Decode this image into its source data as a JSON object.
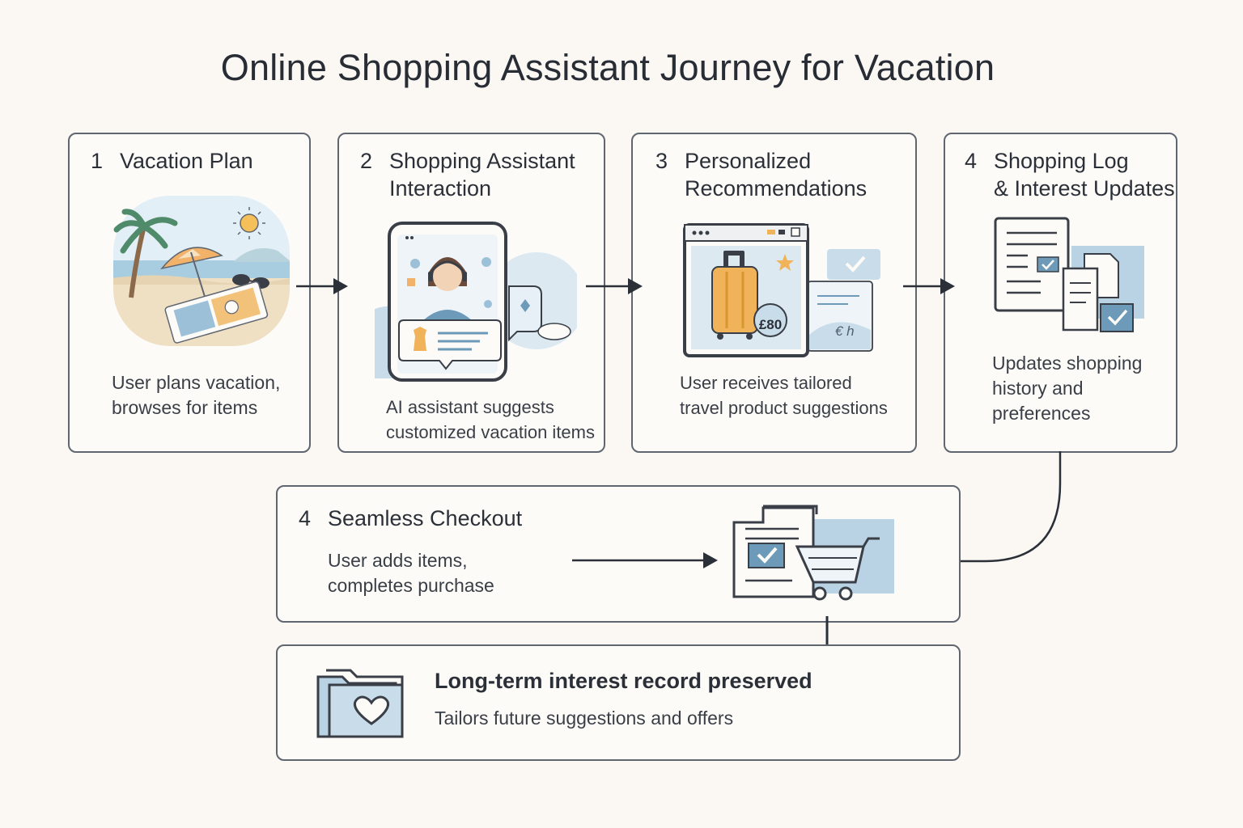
{
  "title": "Online Shopping Assistant Journey for Vacation",
  "steps": [
    {
      "number": "1",
      "title": "Vacation Plan",
      "description": "User plans vacation,\nbrowses for items"
    },
    {
      "number": "2",
      "title": "Shopping Assistant\nInteraction",
      "description": "AI assistant suggests\ncustomized vacation items"
    },
    {
      "number": "3",
      "title": "Personalized\nRecommendations",
      "description": "User receives tailored\ntravel product suggestions",
      "price_tag": "£80",
      "currency_text": "€ h"
    },
    {
      "number": "4",
      "title": "Shopping Log\n& Interest Updates",
      "description": "Updates shopping\nhistory and\npreferences"
    }
  ],
  "checkout": {
    "number": "4",
    "title": "Seamless Checkout",
    "description": "User adds items,\ncompletes purchase"
  },
  "record": {
    "title": "Long-term interest record preserved",
    "description": "Tailors future suggestions and offers"
  },
  "colors": {
    "accent_blue": "#9cc0d8",
    "accent_dark": "#4f7a99",
    "border": "#5f6670",
    "background": "#fbf8f4",
    "suitcase": "#f0b35a"
  }
}
